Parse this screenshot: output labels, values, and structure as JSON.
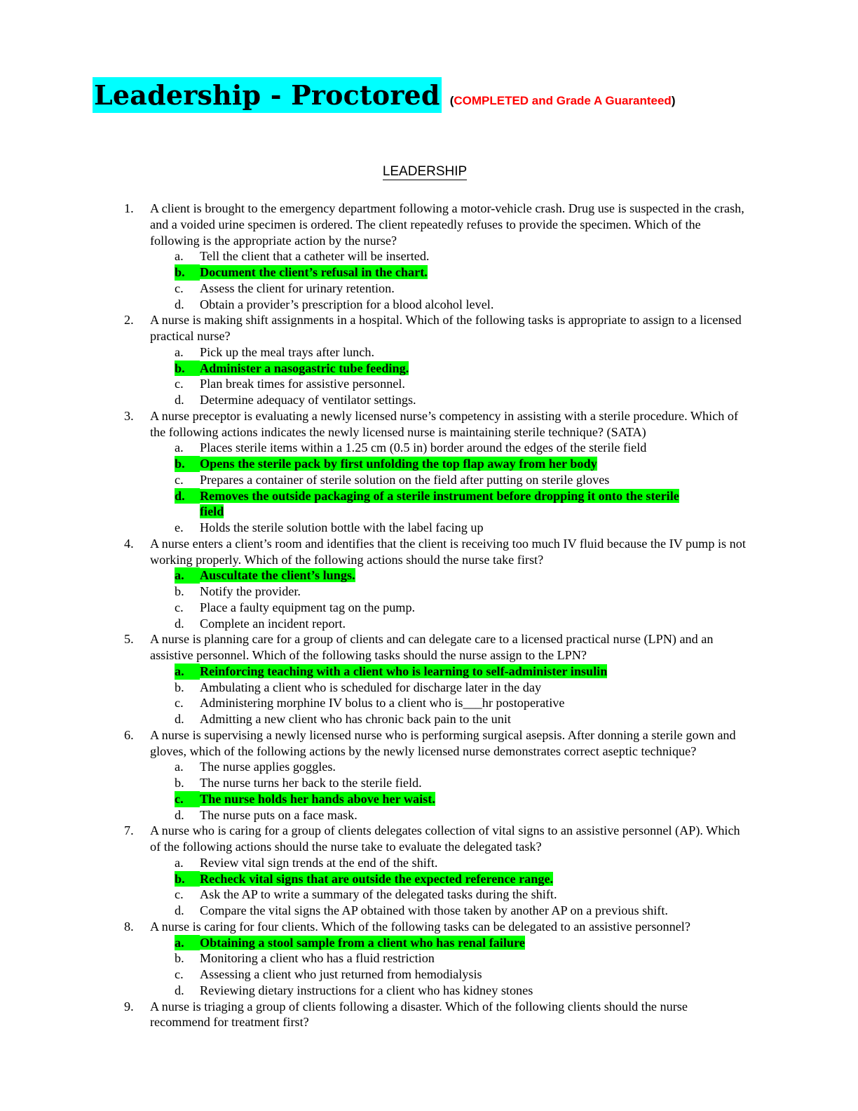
{
  "title": {
    "main": "Leadership - Proctored",
    "sub_open": "(",
    "sub_text": "COMPLETED and Grade A Guaranteed",
    "sub_close": ")"
  },
  "section_heading": "LEADERSHIP",
  "highlight_color": "#00ff00",
  "title_highlight_color": "#00ffff",
  "questions": [
    {
      "number": "1.",
      "text": "A client is brought to the emergency department following a motor-vehicle crash. Drug use is suspected in the crash, and a voided urine specimen is ordered. The client repeatedly refuses to provide the specimen. Which of the following is the appropriate action by the nurse?",
      "options": [
        {
          "letter": "a.",
          "text": "Tell the client that a catheter will be inserted."
        },
        {
          "letter": "b.",
          "text": "Document the client’s refusal in the chart."
        },
        {
          "letter": "c.",
          "text": "Assess the client for urinary retention."
        },
        {
          "letter": "d.",
          "text": "Obtain a provider’s prescription for a blood alcohol level."
        }
      ]
    },
    {
      "number": "2.",
      "text": "A nurse is making shift assignments in a hospital. Which of the following tasks is appropriate to assign to a licensed practical nurse?",
      "options": [
        {
          "letter": "a.",
          "text": "Pick up the meal trays after lunch."
        },
        {
          "letter": "b.",
          "text": "Administer a nasogastric tube feeding."
        },
        {
          "letter": "c.",
          "text": "Plan break times for assistive personnel."
        },
        {
          "letter": "d.",
          "text": "Determine adequacy of ventilator settings."
        }
      ]
    },
    {
      "number": "3.",
      "text": "A nurse preceptor is evaluating a newly licensed nurse’s competency in assisting with a sterile procedure. Which of the following actions indicates the newly licensed nurse is maintaining sterile technique? (SATA)",
      "options": [
        {
          "letter": "a.",
          "text": "Places sterile items within a 1.25 cm (0.5 in) border around the edges of the sterile field"
        },
        {
          "letter": "b.",
          "text": "Opens the sterile pack by first unfolding the top flap away from her body"
        },
        {
          "letter": "c.",
          "text": "Prepares a container of sterile solution on the field after putting on sterile gloves"
        },
        {
          "letter": "d.",
          "text_line1": "Removes the outside packaging of a sterile instrument before dropping it onto the sterile",
          "text_line2": "field"
        },
        {
          "letter": "e.",
          "text": "Holds the sterile solution bottle with the label facing up"
        }
      ]
    },
    {
      "number": "4.",
      "text": "A nurse enters a client’s room and identifies that the client is receiving too much IV fluid because the IV pump is not working properly. Which of the following actions should the nurse take first?",
      "options": [
        {
          "letter": "a.",
          "text": "Auscultate the client’s lungs."
        },
        {
          "letter": "b.",
          "text": "Notify the provider."
        },
        {
          "letter": "c.",
          "text": "Place a faulty equipment tag on the pump."
        },
        {
          "letter": "d.",
          "text": "Complete an incident report."
        }
      ]
    },
    {
      "number": "5.",
      "text": "A nurse is planning care for a group of clients and can delegate care to a licensed practical nurse (LPN) and an assistive personnel. Which of the following tasks should the nurse assign to the LPN?",
      "options": [
        {
          "letter": "a.",
          "text": "Reinforcing teaching with a client who is learning to self-administer insulin"
        },
        {
          "letter": "b.",
          "text": "Ambulating a client who is scheduled for discharge later in the day"
        },
        {
          "letter": "c.",
          "text": "Administering morphine IV bolus to a client who is___hr postoperative"
        },
        {
          "letter": "d.",
          "text": "Admitting a new client who has chronic back pain to the unit"
        }
      ]
    },
    {
      "number": "6.",
      "text": "A nurse is supervising a newly licensed nurse who is performing surgical asepsis. After donning a sterile gown and gloves, which of the following actions by the newly licensed nurse demonstrates correct aseptic technique?",
      "options": [
        {
          "letter": "a.",
          "text": "The nurse applies goggles."
        },
        {
          "letter": "b.",
          "text": "The nurse turns her back to the sterile field."
        },
        {
          "letter": "c.",
          "text": "The nurse holds her hands above her waist."
        },
        {
          "letter": "d.",
          "text": "The nurse puts on a face mask."
        }
      ]
    },
    {
      "number": "7.",
      "text": "A nurse who is caring for a group of clients delegates collection of vital signs to an assistive personnel (AP). Which of the following actions should the nurse take to evaluate the delegated task?",
      "options": [
        {
          "letter": "a.",
          "text": "Review vital sign trends at the end of the shift."
        },
        {
          "letter": "b.",
          "text": "Recheck vital signs that are outside the expected reference range."
        },
        {
          "letter": "c.",
          "text": "Ask the AP to write a summary of the delegated tasks during the shift."
        },
        {
          "letter": "d.",
          "text": "Compare the vital signs the AP obtained with those taken by another AP on a previous shift."
        }
      ]
    },
    {
      "number": "8.",
      "text": "A nurse is caring for four clients. Which of the following tasks can be delegated to an assistive personnel?",
      "options": [
        {
          "letter": "a.",
          "text": "Obtaining a stool sample from a client who has renal failure"
        },
        {
          "letter": "b.",
          "text": "Monitoring a client who has a fluid restriction"
        },
        {
          "letter": "c.",
          "text": "Assessing a client who just returned from hemodialysis"
        },
        {
          "letter": "d.",
          "text": "Reviewing dietary instructions for a client who has kidney stones"
        }
      ]
    },
    {
      "number": "9.",
      "text": "A nurse is triaging a group of clients following a disaster. Which of the following clients should the nurse recommend for treatment first?",
      "options": []
    }
  ]
}
